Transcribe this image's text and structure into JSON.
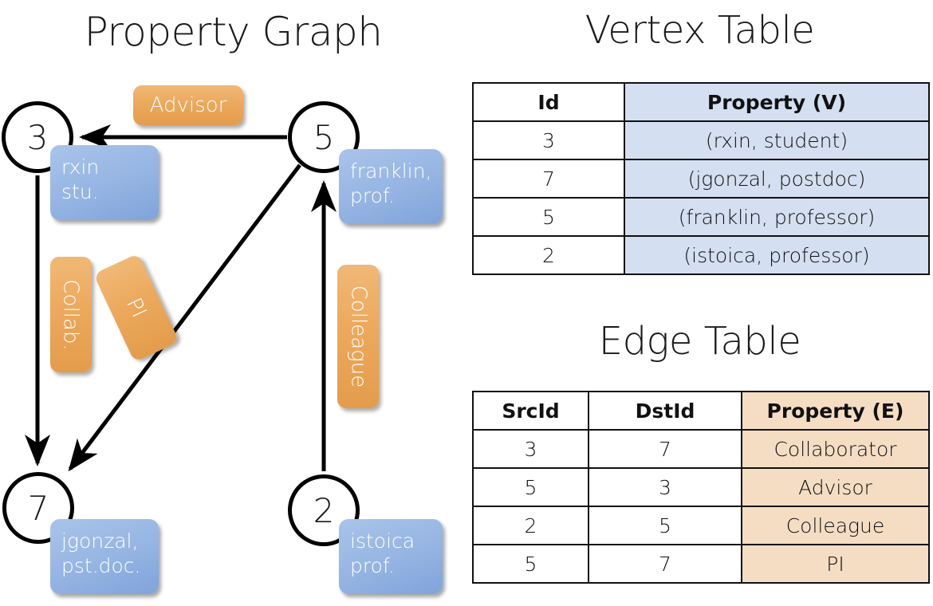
{
  "titles": {
    "property_graph": "Property Graph",
    "vertex_table": "Vertex Table",
    "edge_table": "Edge Table"
  },
  "graph": {
    "nodes": [
      {
        "id": "3",
        "property": "rxin\nstu."
      },
      {
        "id": "5",
        "property": "franklin,\nprof."
      },
      {
        "id": "7",
        "property": "jgonzal,\npst.doc."
      },
      {
        "id": "2",
        "property": "istoica\nprof."
      }
    ],
    "node_labels": {
      "n3": "3",
      "n5": "5",
      "n7": "7",
      "n2": "2"
    },
    "vertex_props": {
      "rxin_line1": "rxin",
      "rxin_line2": "stu.",
      "franklin_line1": "franklin,",
      "franklin_line2": "prof.",
      "jgonzal_line1": "jgonzal,",
      "jgonzal_line2": "pst.doc.",
      "istoica_line1": "istoica",
      "istoica_line2": "prof."
    },
    "edge_labels": {
      "advisor": "Advisor",
      "collab": "Collab.",
      "pi": "PI",
      "colleague": "Colleague"
    },
    "edges": [
      {
        "from": "3",
        "to": "7",
        "label": "Collab."
      },
      {
        "from": "5",
        "to": "3",
        "label": "Advisor"
      },
      {
        "from": "2",
        "to": "5",
        "label": "Colleague"
      },
      {
        "from": "5",
        "to": "7",
        "label": "PI"
      }
    ]
  },
  "vertex_table": {
    "headers": [
      "Id",
      "Property (V)"
    ],
    "rows": [
      {
        "id": "3",
        "property": "(rxin, student)"
      },
      {
        "id": "7",
        "property": "(jgonzal, postdoc)"
      },
      {
        "id": "5",
        "property": "(franklin, professor)"
      },
      {
        "id": "2",
        "property": "(istoica, professor)"
      }
    ]
  },
  "edge_table": {
    "headers": [
      "SrcId",
      "DstId",
      "Property (E)"
    ],
    "rows": [
      {
        "src": "3",
        "dst": "7",
        "property": "Collaborator"
      },
      {
        "src": "5",
        "dst": "3",
        "property": "Advisor"
      },
      {
        "src": "2",
        "dst": "5",
        "property": "Colleague"
      },
      {
        "src": "5",
        "dst": "7",
        "property": "PI"
      }
    ]
  },
  "colors": {
    "vertex_property_fill": "#d4dff1",
    "edge_property_fill": "#f5ddc4",
    "node_box_blue": "#95b4e2",
    "edge_label_orange": "#eca95c",
    "stroke": "#111111",
    "background": "#ffffff"
  }
}
